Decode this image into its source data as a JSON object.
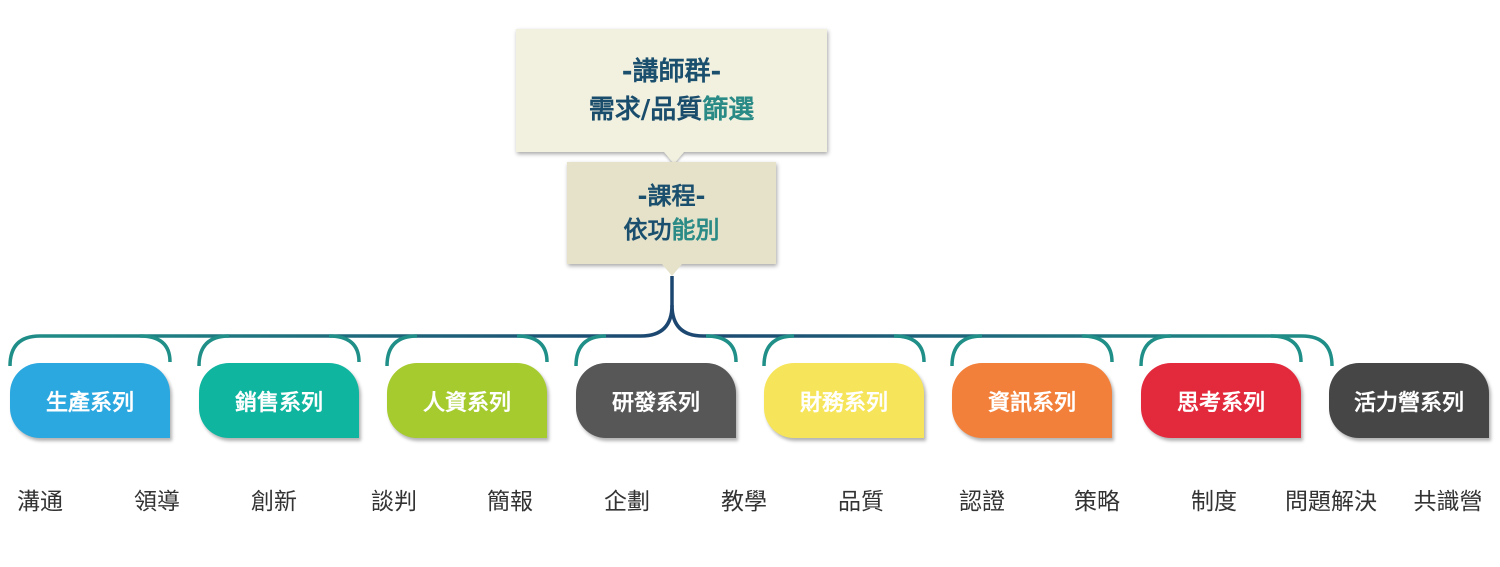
{
  "header": {
    "line1": "-講師群-",
    "line2_main": "需求/品質",
    "line2_accent": "篩選"
  },
  "course": {
    "line1": "-課程-",
    "line2_main": "依功",
    "line2_accent": "能別"
  },
  "categories": [
    {
      "label": "生產系列",
      "color": "#2ca8e0"
    },
    {
      "label": "銷售系列",
      "color": "#10b5a0"
    },
    {
      "label": "人資系列",
      "color": "#a6cb2e"
    },
    {
      "label": "研發系列",
      "color": "#575757"
    },
    {
      "label": "財務系列",
      "color": "#f6e55a"
    },
    {
      "label": "資訊系列",
      "color": "#f2803a"
    },
    {
      "label": "思考系列",
      "color": "#e32a3d"
    },
    {
      "label": "活力營系列",
      "color": "#464646"
    }
  ],
  "topics": [
    "溝通",
    "領導",
    "創新",
    "談判",
    "簡報",
    "企劃",
    "教學",
    "品質",
    "認證",
    "策略",
    "制度",
    "問題解決",
    "共識營"
  ],
  "colors": {
    "connector_teal": "#1f8f88",
    "connector_navy": "#1c4670"
  }
}
